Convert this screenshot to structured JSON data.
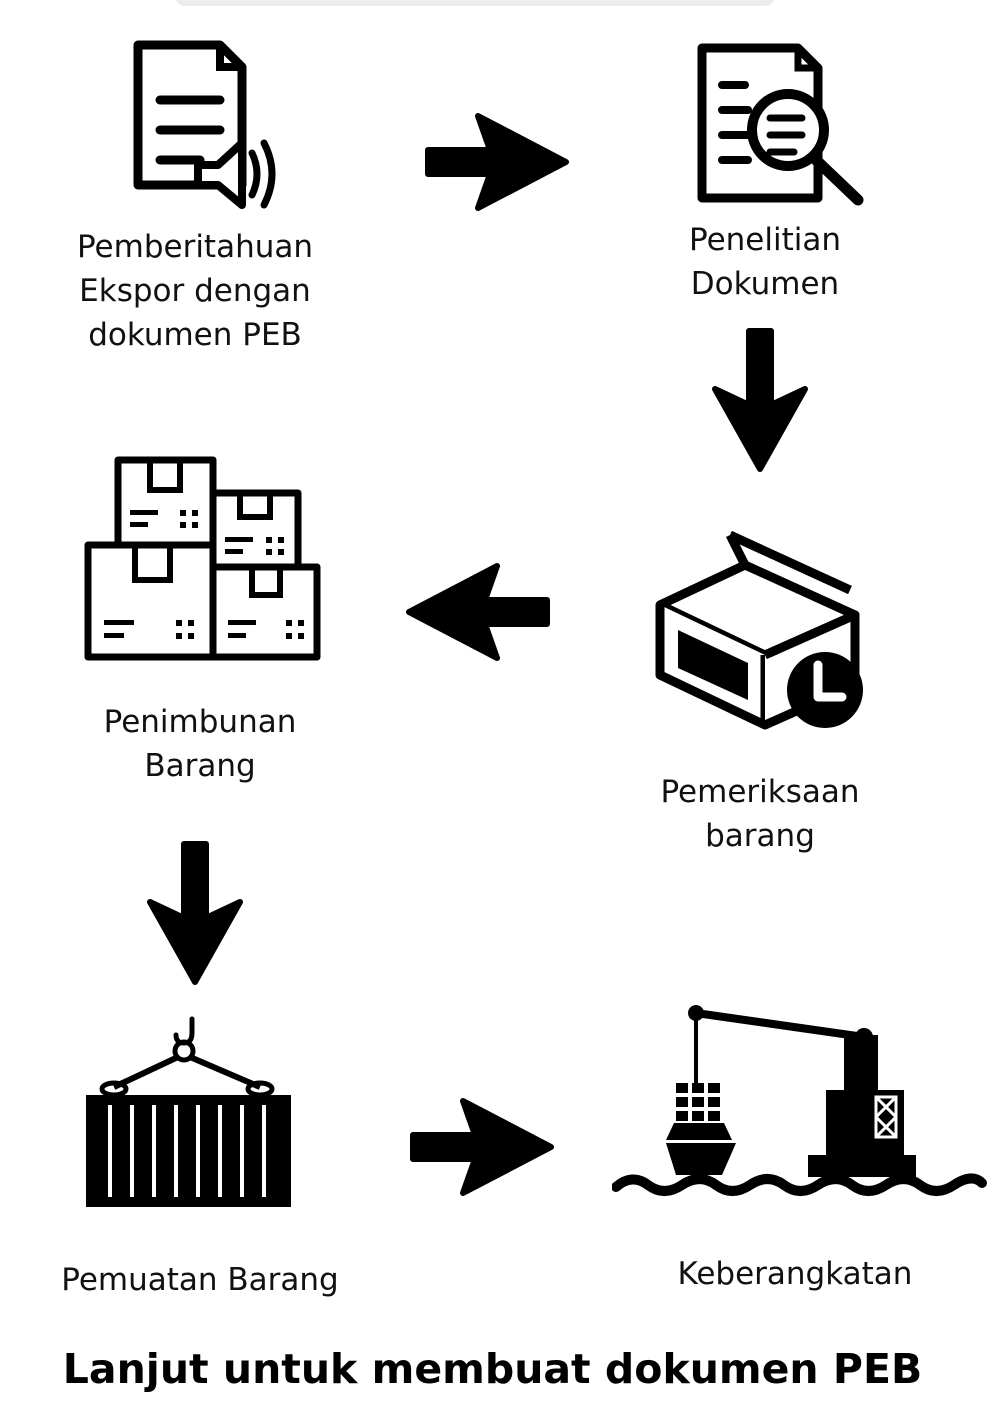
{
  "steps": [
    {
      "id": "pemberitahuan",
      "label": "Pemberitahuan\nEkspor dengan\ndokumen PEB",
      "icon": "document-speaker-icon"
    },
    {
      "id": "penelitian",
      "label": "Penelitian\nDokumen",
      "icon": "document-search-icon"
    },
    {
      "id": "pemeriksaan",
      "label": "Pemeriksaan\nbarang",
      "icon": "box-clock-icon"
    },
    {
      "id": "penimbunan",
      "label": "Penimbunan\nBarang",
      "icon": "stacked-boxes-icon"
    },
    {
      "id": "pemuatan",
      "label": "Pemuatan Barang",
      "icon": "container-crane-icon"
    },
    {
      "id": "keberangkatan",
      "label": "Keberangkatan",
      "icon": "ship-port-icon"
    }
  ],
  "footer": {
    "text": "Lanjut untuk membuat dokumen PEB"
  },
  "colors": {
    "ink": "#000000",
    "background": "#ffffff"
  }
}
